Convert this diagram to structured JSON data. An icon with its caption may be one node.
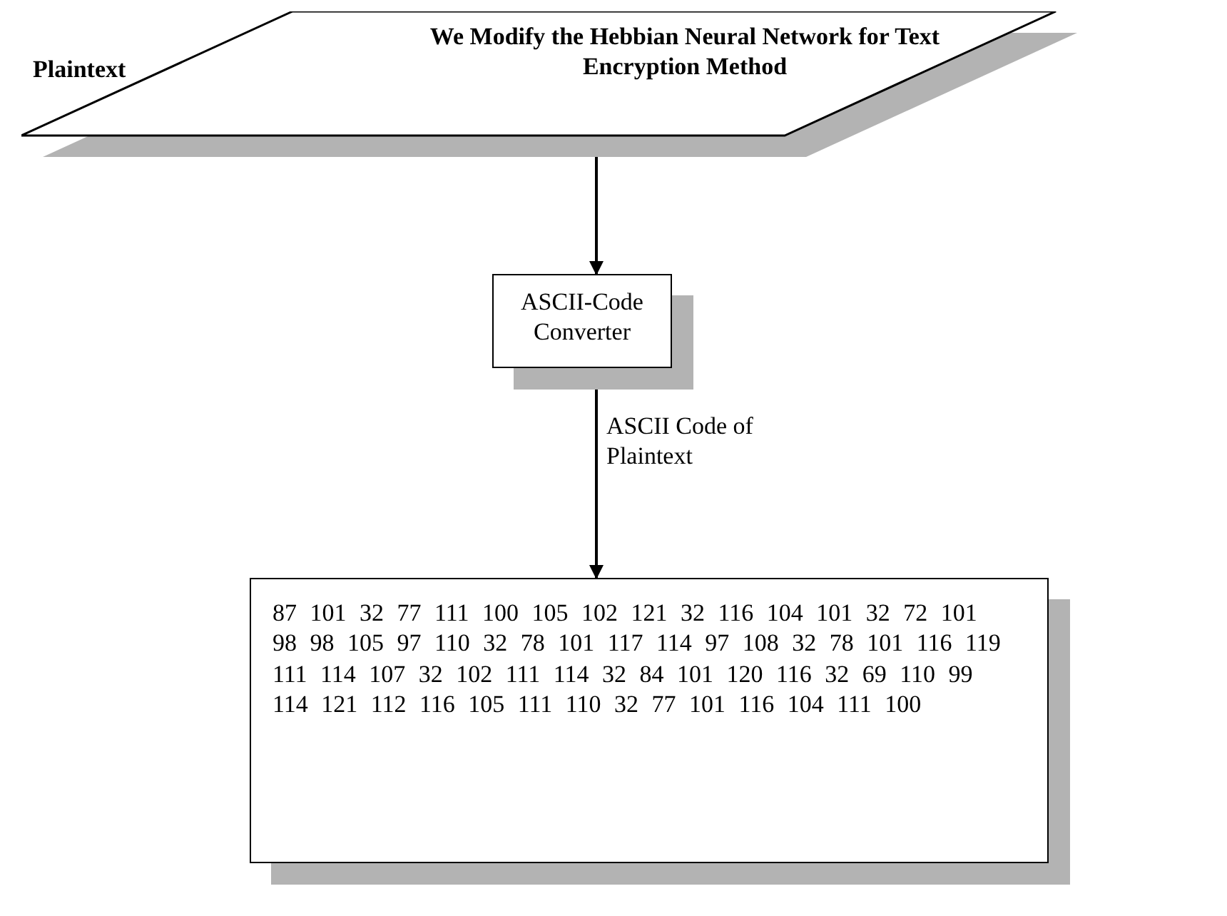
{
  "diagram": {
    "nodes": [
      {
        "text": [
          "Plaintext",
          "We Modify the Hebbian Neural Network for Text Encryption Method"
        ]
      },
      {
        "text": [
          "ASCII-Code Converter"
        ]
      },
      {
        "text": [
          "87 101 32 77 111 100 105 102 121 32 116 104 101 32 72 101 98 98 105 97 110 32 78 101 117 114 97 108 32 78 101 116 119 111 114 107 32 102 111 114 32 84 101 120 116 32 69 110 99 114 121 112 116 105 111 110 32 77 101 116 104 111 100"
        ]
      }
    ],
    "edges": [
      {
        "from": 0,
        "to": 1,
        "arrow": "to"
      },
      {
        "from": 1,
        "to": 2,
        "arrow": "to",
        "label": "ASCII Code of Plaintext"
      }
    ]
  }
}
